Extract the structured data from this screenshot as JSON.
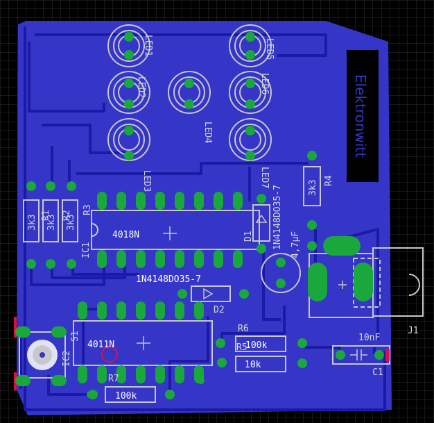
{
  "view": {
    "name": "PCB board layout"
  },
  "colors": {
    "background": "#000000",
    "grid": "#2e2e2e",
    "copper_bottom": "#3535c8",
    "trace": "#1a1aa6",
    "pad": "#1aa83c",
    "silkscreen": "#c8c8c8",
    "brand_text": "#3535c8",
    "origin_marker": "#e0103c"
  },
  "brand_text": "Elektronwitt",
  "labels": {
    "led1": "LED1",
    "led2": "LED2",
    "led3": "LED3",
    "led4": "LED4",
    "led5": "LED5",
    "led6": "LED6",
    "led7": "LED7",
    "ic1": "IC1",
    "ic1_part": "4018N",
    "ic2": "IC2",
    "ic2_part": "4011N",
    "r1": "R1",
    "r2": "R2",
    "r3": "R3",
    "r4": "R4",
    "r4_value": "3k3",
    "r5": "R5",
    "r6": "R6",
    "r7": "R7",
    "r1_value": "3k3",
    "r2_value": "3k3",
    "r3_value": "3k3",
    "r5_value": "10k",
    "r6_value": "100k",
    "r7_value": "100k",
    "d1": "D1",
    "d1_part": "1N4148DO35-7",
    "d2": "D2",
    "d2_part": "1N4148DO35-7",
    "cap_electro_value": "4,7µF",
    "c1": "C1",
    "c1_value": "10nF",
    "j1": "J1",
    "s1": "S1"
  }
}
